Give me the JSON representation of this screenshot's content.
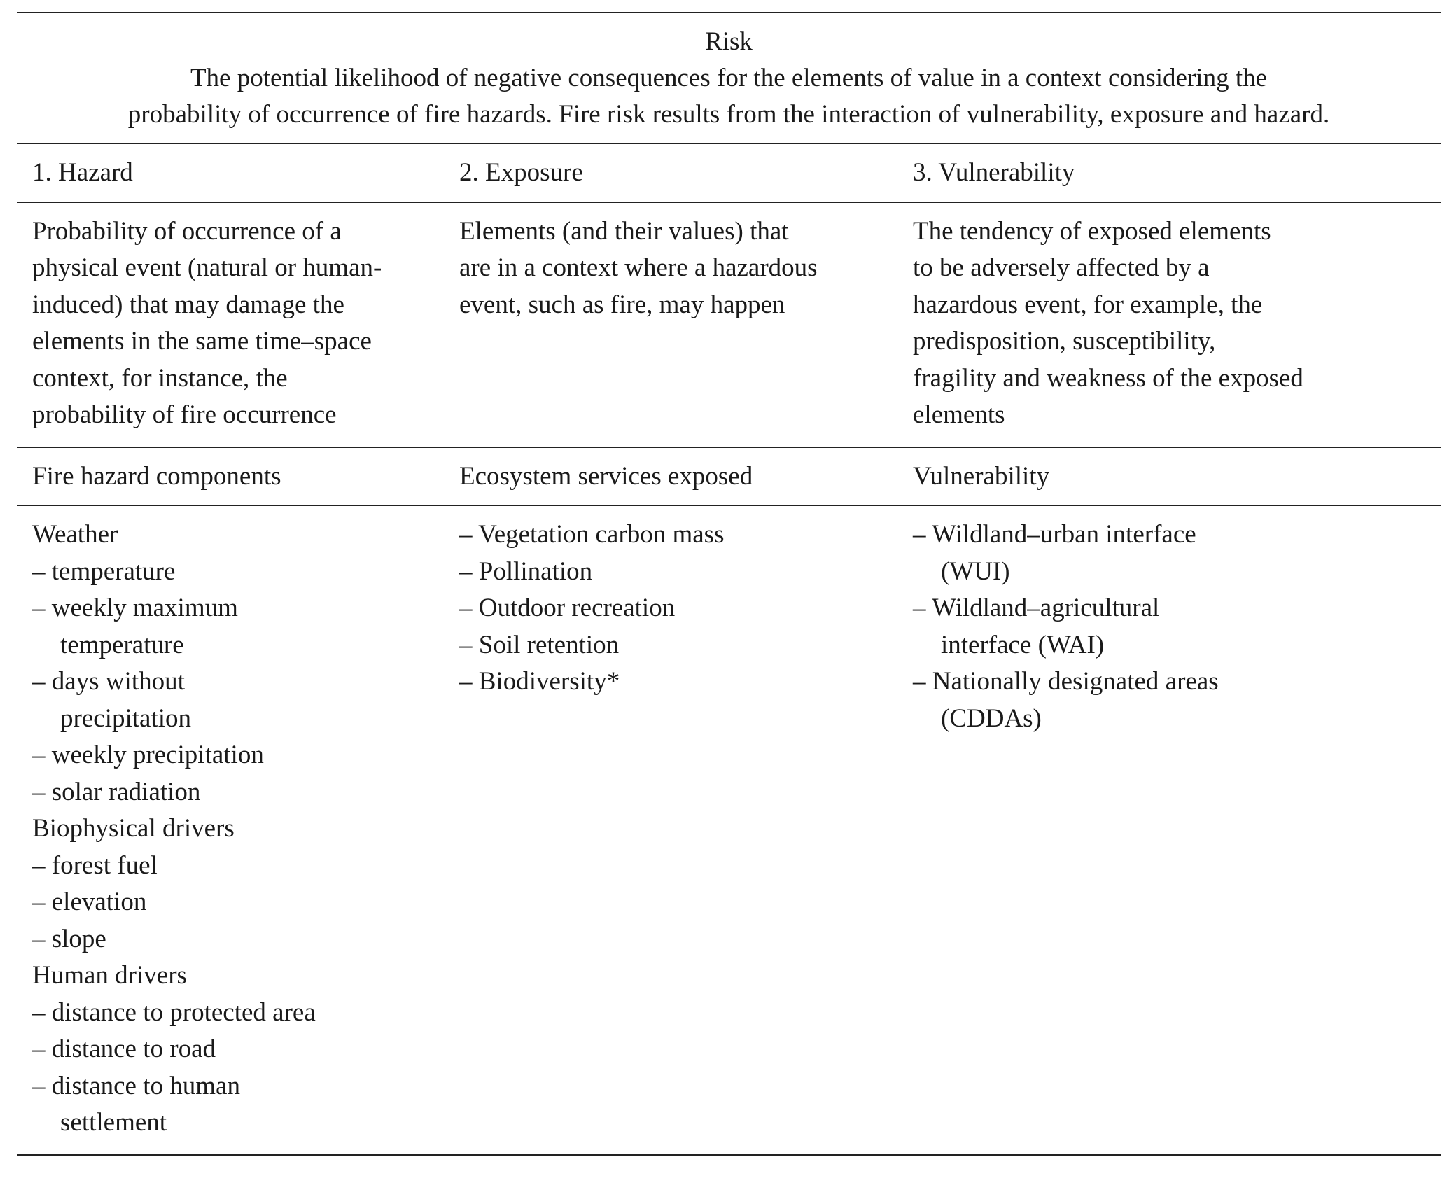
{
  "caption": {
    "title": "Risk",
    "line1": "The potential likelihood of negative consequences for the elements of value in a context considering the",
    "line2": "probability of occurrence of fire hazards. Fire risk results from the interaction of vulnerability, exposure and hazard."
  },
  "headers": {
    "hazard": "1. Hazard",
    "exposure": "2. Exposure",
    "vulnerability": "3. Vulnerability"
  },
  "definitions": {
    "hazard": "Probability of occurrence of a\nphysical event (natural or human-\ninduced) that may damage the\nelements in the same time–space\ncontext, for instance, the\nprobability of fire occurrence",
    "exposure": "Elements (and their values) that\nare in a context where a hazardous\nevent, such as fire, may happen",
    "vulnerability": "The tendency of exposed elements\nto be adversely affected by a\nhazardous event, for example, the\npredisposition, susceptibility,\nfragility and weakness of the exposed\nelements"
  },
  "subheaders": {
    "hazard": "Fire hazard components",
    "exposure": "Ecosystem services exposed",
    "vulnerability": "Vulnerability"
  },
  "hazard_components": [
    {
      "type": "group",
      "text": "Weather"
    },
    {
      "type": "item",
      "text": "– temperature"
    },
    {
      "type": "item",
      "text": "– weekly maximum temperature"
    },
    {
      "type": "item",
      "text": "– days without precipitation"
    },
    {
      "type": "item",
      "text": "– weekly precipitation"
    },
    {
      "type": "item",
      "text": "– solar radiation"
    },
    {
      "type": "group",
      "text": "Biophysical drivers"
    },
    {
      "type": "item",
      "text": "– forest fuel"
    },
    {
      "type": "item",
      "text": "– elevation"
    },
    {
      "type": "item",
      "text": "– slope"
    },
    {
      "type": "group",
      "text": "Human drivers"
    },
    {
      "type": "item",
      "text": "– distance to protected area"
    },
    {
      "type": "item",
      "text": "– distance to road"
    },
    {
      "type": "item",
      "text": "– distance to human settlement"
    }
  ],
  "ecosystem_services": [
    "– Vegetation carbon mass",
    "– Pollination",
    "– Outdoor recreation",
    "– Soil retention",
    "– Biodiversity*"
  ],
  "vulnerability_items": [
    "– Wildland–urban interface (WUI)",
    "– Wildland–agricultural interface (WAI)",
    "– Nationally designated areas (CDDAs)"
  ]
}
